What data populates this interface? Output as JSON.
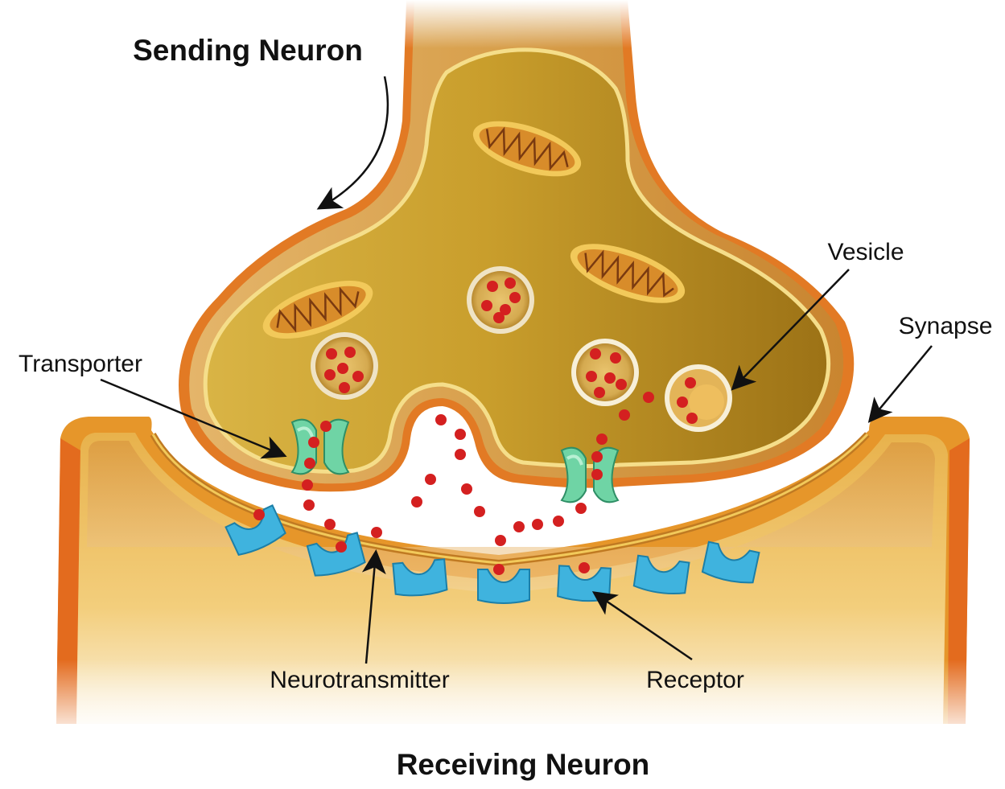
{
  "diagram": {
    "title_top": "Sending Neuron",
    "title_bottom": "Receiving Neuron",
    "labels": {
      "vesicle": "Vesicle",
      "synapse": "Synapse",
      "transporter": "Transporter",
      "neurotransmitter": "Neurotransmitter",
      "receptor": "Receptor"
    },
    "colors": {
      "neuron_body": "#C9A032",
      "neuron_dark": "#9A7418",
      "membrane_outer": "#E89A2A",
      "membrane_inner": "#F2C95A",
      "edge_orange": "#E2641C",
      "mitochondria": "#D88C2A",
      "neurotransmitter": "#D42020",
      "receptor": "#3FB3DE",
      "transporter": "#6FD4A5",
      "vesicle_fill": "#D8B060"
    }
  }
}
